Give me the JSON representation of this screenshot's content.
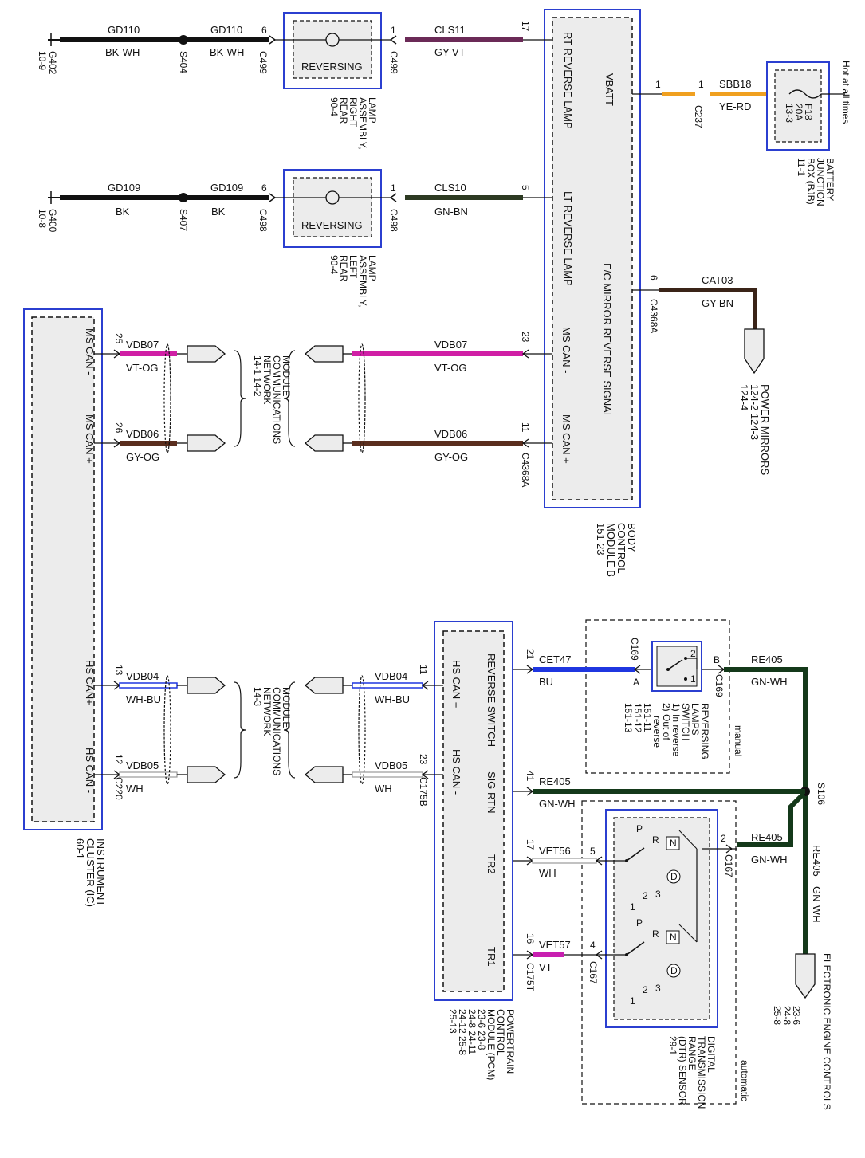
{
  "colors": {
    "module_border": "#2b3fd0",
    "module_fill": "#ececec",
    "black_wire": "#111111",
    "vt_og": "#d01fa5",
    "gy_og": "#5a2e1e",
    "gy_vt": "#6b2a57",
    "gn_bn": "#2d3a22",
    "gy_bn": "#3a2418",
    "bu": "#1f36e0",
    "yellow_red": "#f0a020",
    "vt": "#c81fb0",
    "gn_wh": "#14391a"
  },
  "bcm": {
    "title": [
      "BODY",
      "CONTROL",
      "MODULE B",
      "151-23"
    ],
    "pins": {
      "rt_reverse": "RT REVERSE LAMP",
      "vbatt": "VBATT",
      "lt_reverse": "LT REVERSE LAMP",
      "ec_mirror": "E/C MIRROR REVERSE SIGNAL",
      "ms_can_minus": "MS CAN -",
      "ms_can_plus": "MS CAN +"
    },
    "pin_numbers": {
      "rt": "17",
      "vbatt": "1",
      "lt": "5",
      "mirror": "6",
      "can_minus": "23",
      "can_plus": "11"
    },
    "connector": "C4368A"
  },
  "rear_right": {
    "ground": "G402",
    "ground_ref": "10-9",
    "wire1": "GD110",
    "color1": "BK-WH",
    "splice": "S404",
    "wire2": "GD110",
    "color2": "BK-WH",
    "pin_in": "6",
    "conn_in": "C499",
    "pin_out": "1",
    "conn_out": "C499",
    "lamp_label": "REVERSING",
    "lamp_title": [
      "LAMP",
      "ASSEMBLY,",
      "RIGHT",
      "REAR",
      "90-4"
    ],
    "out_wire": "CLS11",
    "out_color": "GY-VT"
  },
  "rear_left": {
    "ground": "G400",
    "ground_ref": "10-8",
    "wire1": "GD109",
    "color1": "BK",
    "splice": "S407",
    "wire2": "GD109",
    "color2": "BK",
    "pin_in": "6",
    "conn_in": "C498",
    "pin_out": "1",
    "conn_out": "C498",
    "lamp_label": "REVERSING",
    "lamp_title": [
      "LAMP",
      "ASSEMBLY,",
      "LEFT",
      "REAR",
      "90-4"
    ],
    "out_wire": "CLS10",
    "out_color": "GN-BN"
  },
  "vbatt_feed": {
    "pin1": "1",
    "pin2": "1",
    "connector": "C237",
    "wire": "SBB18",
    "color": "YE-RD",
    "fuse": [
      "F18",
      "20A",
      "13-3"
    ],
    "hot": "Hot at all times",
    "bjb": [
      "BATTERY",
      "JUNCTION",
      "BOX (BJB)",
      "11-1"
    ]
  },
  "mirror_feed": {
    "wire": "CAT03",
    "color": "GY-BN",
    "pm": [
      "POWER MIRRORS",
      "124-2  124-3",
      "124-4"
    ]
  },
  "ic": {
    "title": [
      "INSTRUMENT",
      "CLUSTER (IC)",
      "60-1"
    ],
    "ms_can_minus": "MS CAN -",
    "ms_can_plus": "MS CAN +",
    "hs_can_plus": "HS CAN+",
    "hs_can_minus": "HS CAN -",
    "pin25": "25",
    "pin26": "26",
    "pin13": "13",
    "pin12": "12",
    "connector": "C220"
  },
  "mcn_ms": {
    "label": [
      "MODULE",
      "COMMUNICATIONS",
      "NETWORK",
      "14-1    14-2"
    ],
    "vdb07": "VDB07",
    "vt_og": "VT-OG",
    "vdb06": "VDB06",
    "gy_og": "GY-OG"
  },
  "mcn_hs": {
    "label": [
      "MODULE",
      "COMMUNICATIONS",
      "NETWORK",
      "14-3"
    ],
    "vdb04": "VDB04",
    "wh_bu": "WH-BU",
    "vdb05": "VDB05",
    "wh": "WH"
  },
  "pcm": {
    "title": [
      "POWERTRAIN",
      "CONTROL",
      "MODULE (PCM)",
      "23-6      23-8",
      "24-8      24-11",
      "24-12     25-8",
      "25-13"
    ],
    "reverse_switch": "REVERSE SWITCH",
    "hs_can_plus": "HS CAN +",
    "hs_can_minus": "HS CAN -",
    "sig_rtn": "SIG RTN",
    "tr2": "TR2",
    "tr1": "TR1",
    "pin21": "21",
    "pin11": "11",
    "pin23": "23",
    "pin41": "41",
    "pin17": "17",
    "pin16": "16",
    "conn_b": "C175B",
    "conn_t": "C175T"
  },
  "rev_switch": {
    "wire": "CET47",
    "color": "BU",
    "conn": "C169",
    "pin_a": "A",
    "pin_b": "B",
    "conn_b": "C169",
    "n2": "2",
    "n1": "1",
    "title": [
      "REVERSING",
      "LAMPS",
      "SWITCH",
      "1) In reverse",
      "2) Out of",
      "reverse",
      "151-11",
      "151-12",
      "151-13"
    ],
    "manual": "manual"
  },
  "re405": {
    "wire": "RE405",
    "color": "GN-WH",
    "splice": "S106",
    "w2": "RE405",
    "c2": "GN-WH",
    "w3": "RE405",
    "c3": "GN-WH",
    "w4": "RE405",
    "c4": "GN-WH"
  },
  "dtr": {
    "vet56": "VET56",
    "wh": "WH",
    "vet57": "VET57",
    "vt": "VT",
    "pin5": "5",
    "pin4": "4",
    "pin2": "2",
    "conn": "C167",
    "conn2": "C167",
    "title": [
      "DIGITAL",
      "TRANSMISSION",
      "RANGE",
      "(DTR) SENSOR",
      "29-1"
    ],
    "automatic": "automatic",
    "sw_p": "P",
    "sw_r": "R",
    "sw_n": "N",
    "sw_d": "D",
    "sw_3": "3",
    "sw_2": "2",
    "sw_1": "1"
  },
  "eec": {
    "title": [
      "ELECTRONIC ENGINE CONTROLS",
      "23-6",
      "24-8",
      "25-8"
    ]
  }
}
